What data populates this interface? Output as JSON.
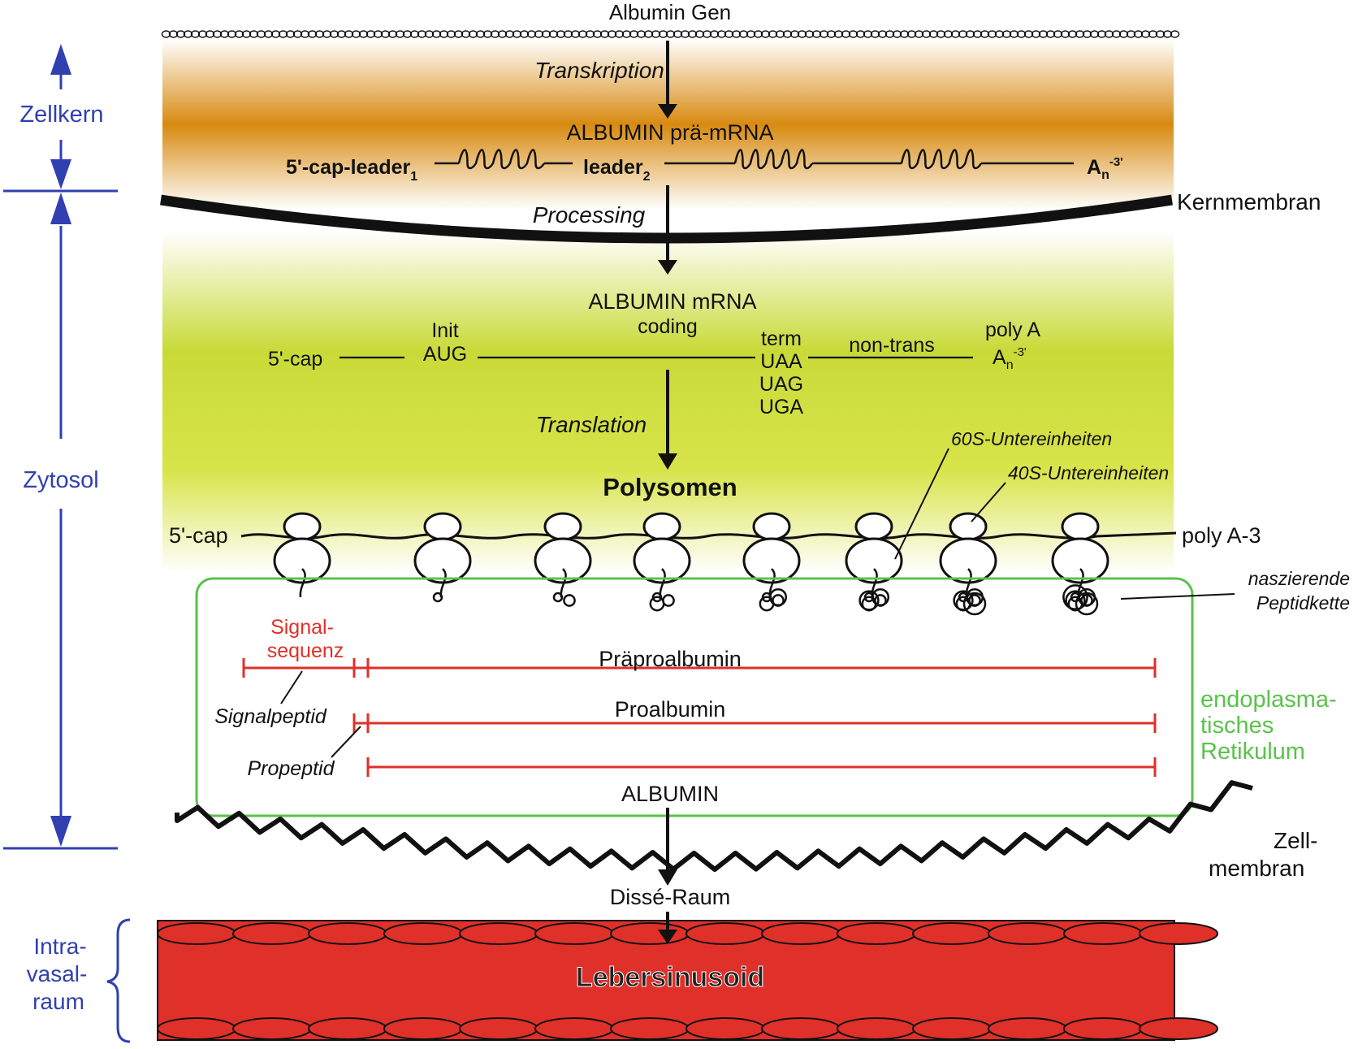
{
  "colors": {
    "nucleus_band": "#d88a10",
    "cytosol_band": "#d4e040",
    "er_outline": "#5ac24a",
    "er_text": "#5ac24a",
    "signal_red": "#e03028",
    "sinusoid_red": "#e0302a",
    "side_blue": "#3040b0",
    "ink": "#111111"
  },
  "top": {
    "gene_label": "Albumin Gen",
    "transcription_label": "Transkription",
    "pre_mrna_title": "ALBUMIN prä-mRNA",
    "cap_leader1_main": "5'-cap-leader",
    "cap_leader1_sub": "1",
    "leader2_main": "leader",
    "leader2_sub": "2",
    "an_main": "A",
    "an_sub": "n",
    "an_sup": "-3'",
    "processing_label": "Processing",
    "kernmembran_label": "Kernmembran"
  },
  "mrna": {
    "title": "ALBUMIN mRNA",
    "coding": "coding",
    "cap": "5'-cap",
    "init1": "Init",
    "init2": "AUG",
    "term1": "term",
    "term2": "UAA",
    "term3": "UAG",
    "term4": "UGA",
    "nontrans": "non-trans",
    "polya": "poly A",
    "an_main": "A",
    "an_sub": "n",
    "an_sup": "-3'",
    "translation_label": "Translation"
  },
  "polysome": {
    "title": "Polysomen",
    "cap": "5'-cap",
    "polya": "poly A-3",
    "sub60": "60S-Untereinheiten",
    "sub40": "40S-Untereinheiten",
    "nascent1": "naszierende",
    "nascent2": "Peptidkette"
  },
  "er": {
    "signal1": "Signal-",
    "signal2": "sequenz",
    "praepro": "Präproalbumin",
    "pro": "Proalbumin",
    "signalpeptid": "Signalpeptid",
    "propeptid": "Propeptid",
    "albumin": "ALBUMIN",
    "label1": "endoplasma-",
    "label2": "tisches",
    "label3": "Retikulum"
  },
  "bottom": {
    "zell1": "Zell-",
    "zell2": "membran",
    "disse": "Dissé-Raum",
    "sinusoid": "Lebersinusoid"
  },
  "side": {
    "zellkern": "Zellkern",
    "zytosol": "Zytosol",
    "intra1": "Intra-",
    "intra2": "vasal-",
    "intra3": "raum"
  }
}
